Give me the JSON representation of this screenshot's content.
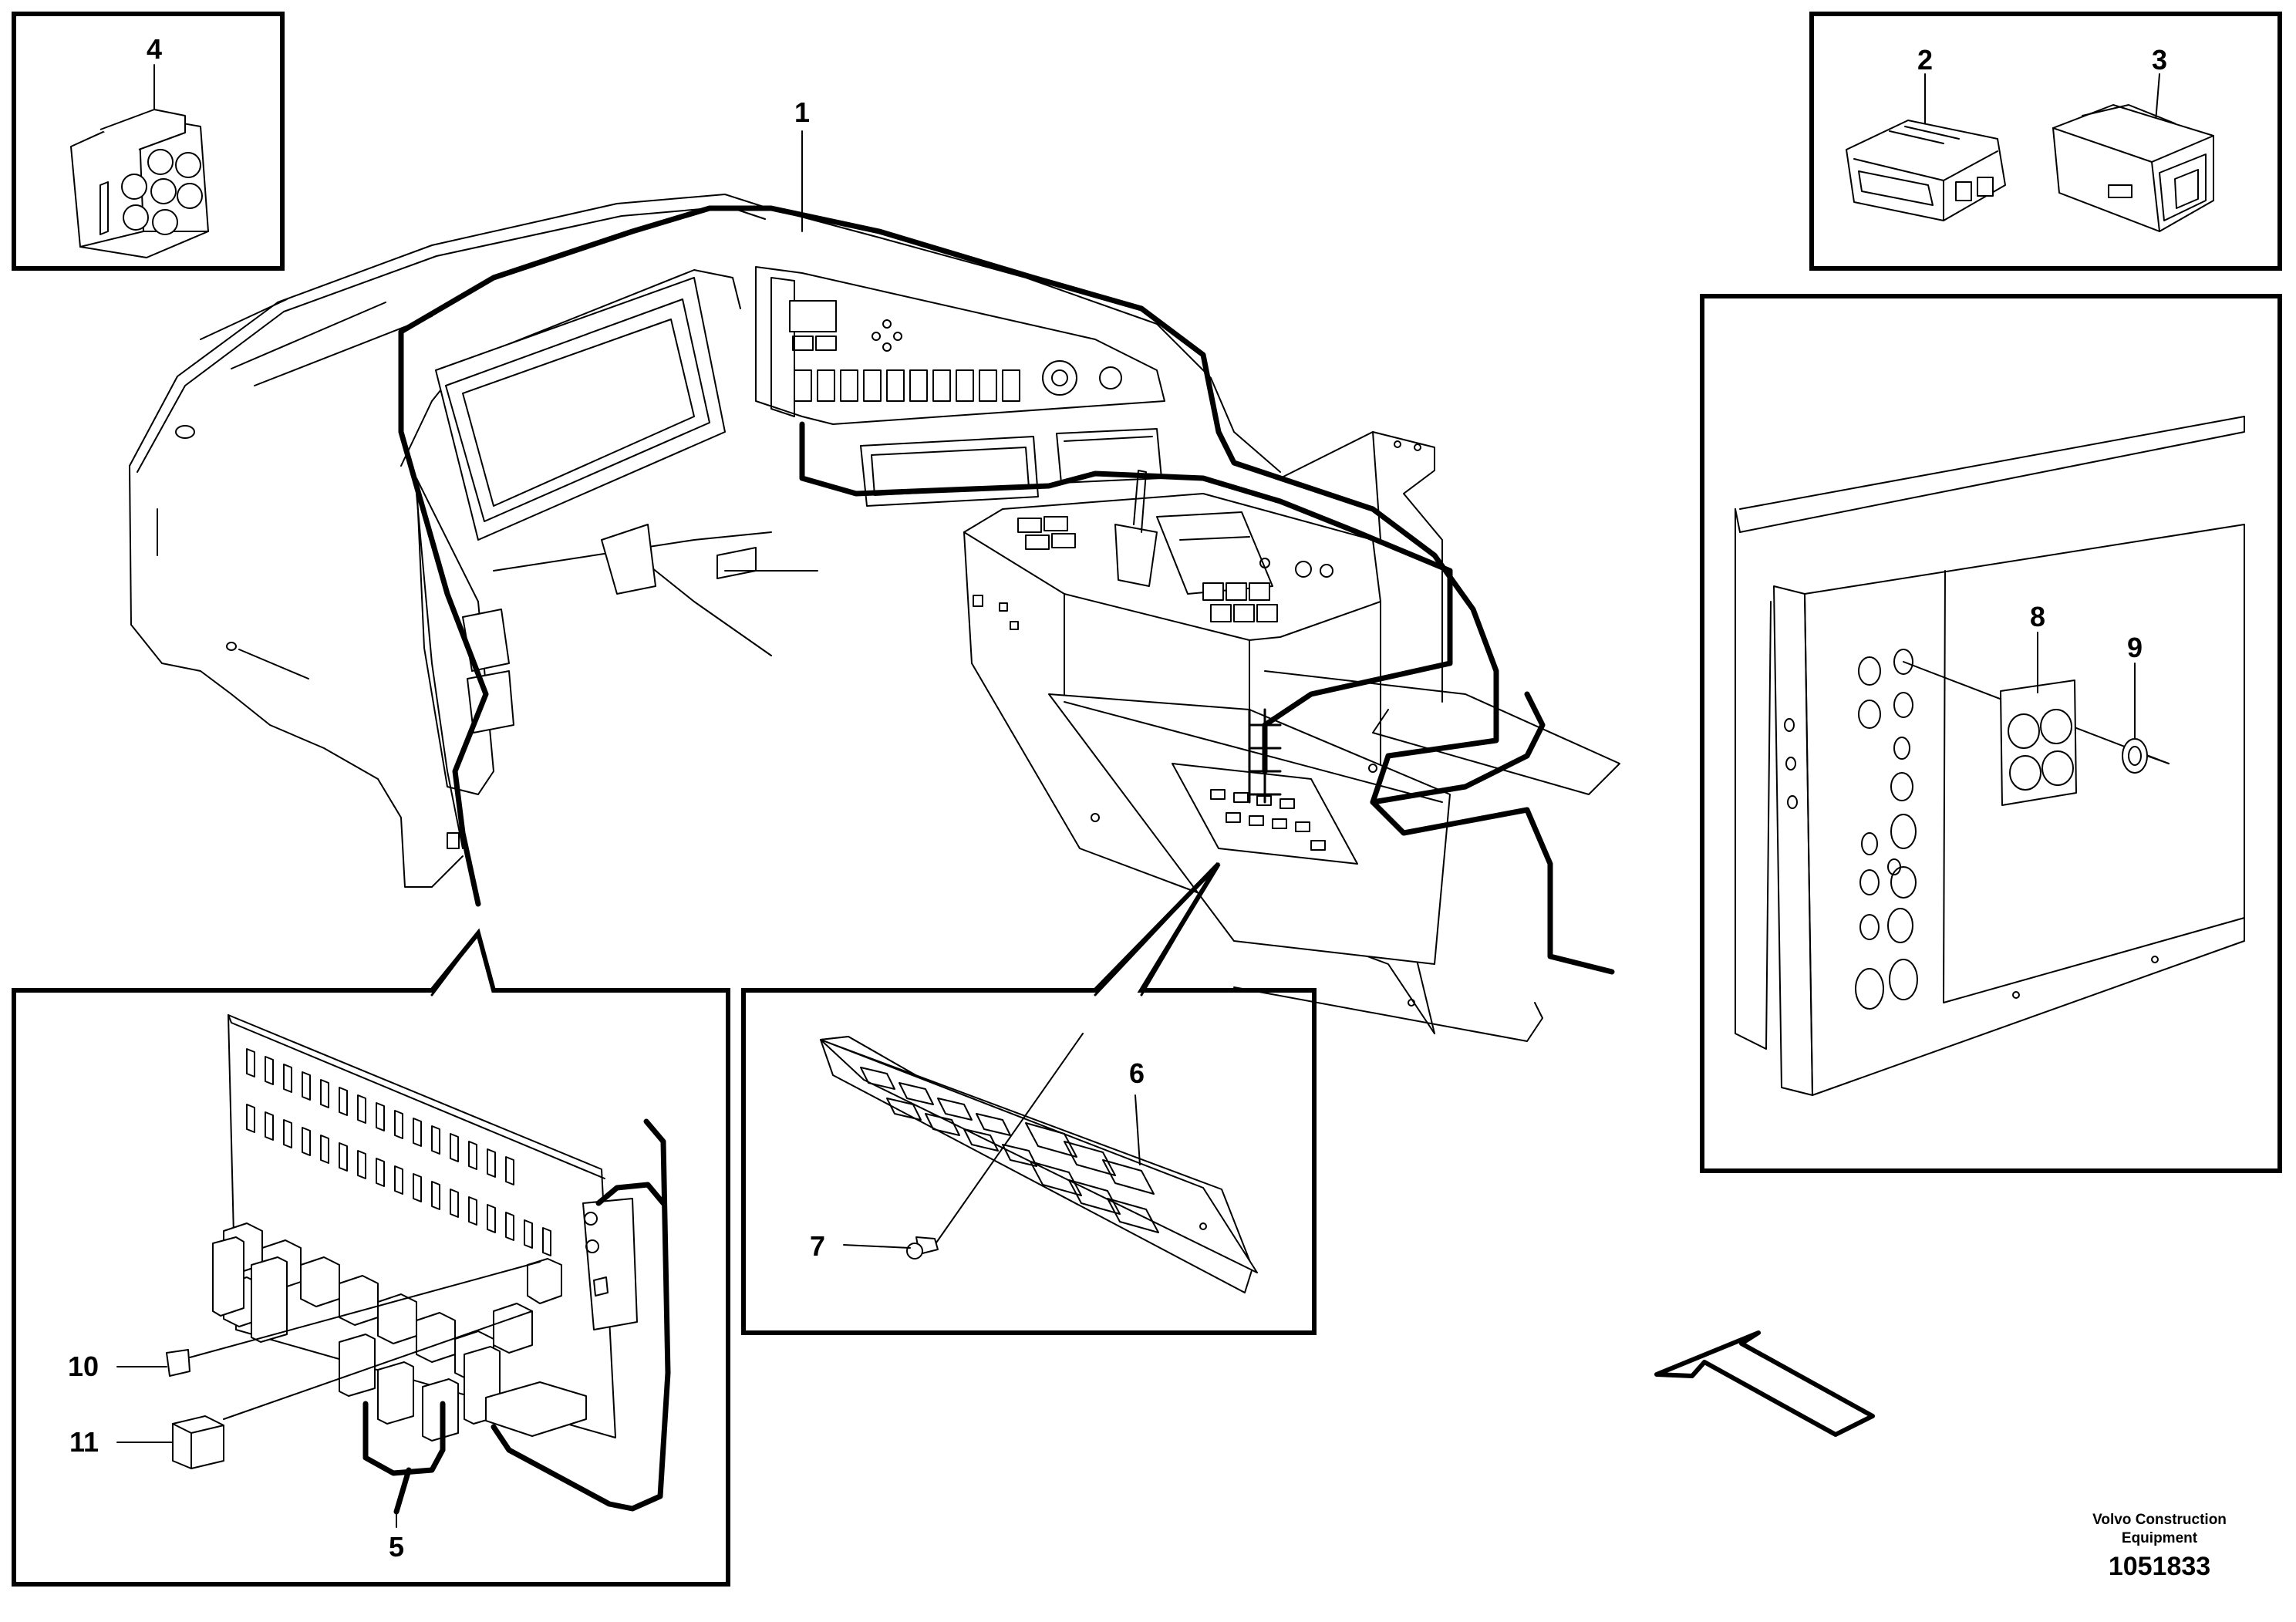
{
  "callouts": {
    "c1": "1",
    "c2": "2",
    "c3": "3",
    "c4": "4",
    "c5": "5",
    "c6": "6",
    "c7": "7",
    "c8": "8",
    "c9": "9",
    "c10": "10",
    "c11": "11"
  },
  "credit": {
    "line1": "Volvo Construction",
    "line2": "Equipment",
    "number": "1051833"
  },
  "colors": {
    "ink": "#000000",
    "paper": "#ffffff"
  },
  "icons": [
    "connector-8pin",
    "connector-2",
    "connector-3",
    "fuse-relay-board",
    "switch-panel",
    "screw",
    "grommet-plate",
    "grommet",
    "fuse",
    "relay",
    "view-arrow"
  ]
}
